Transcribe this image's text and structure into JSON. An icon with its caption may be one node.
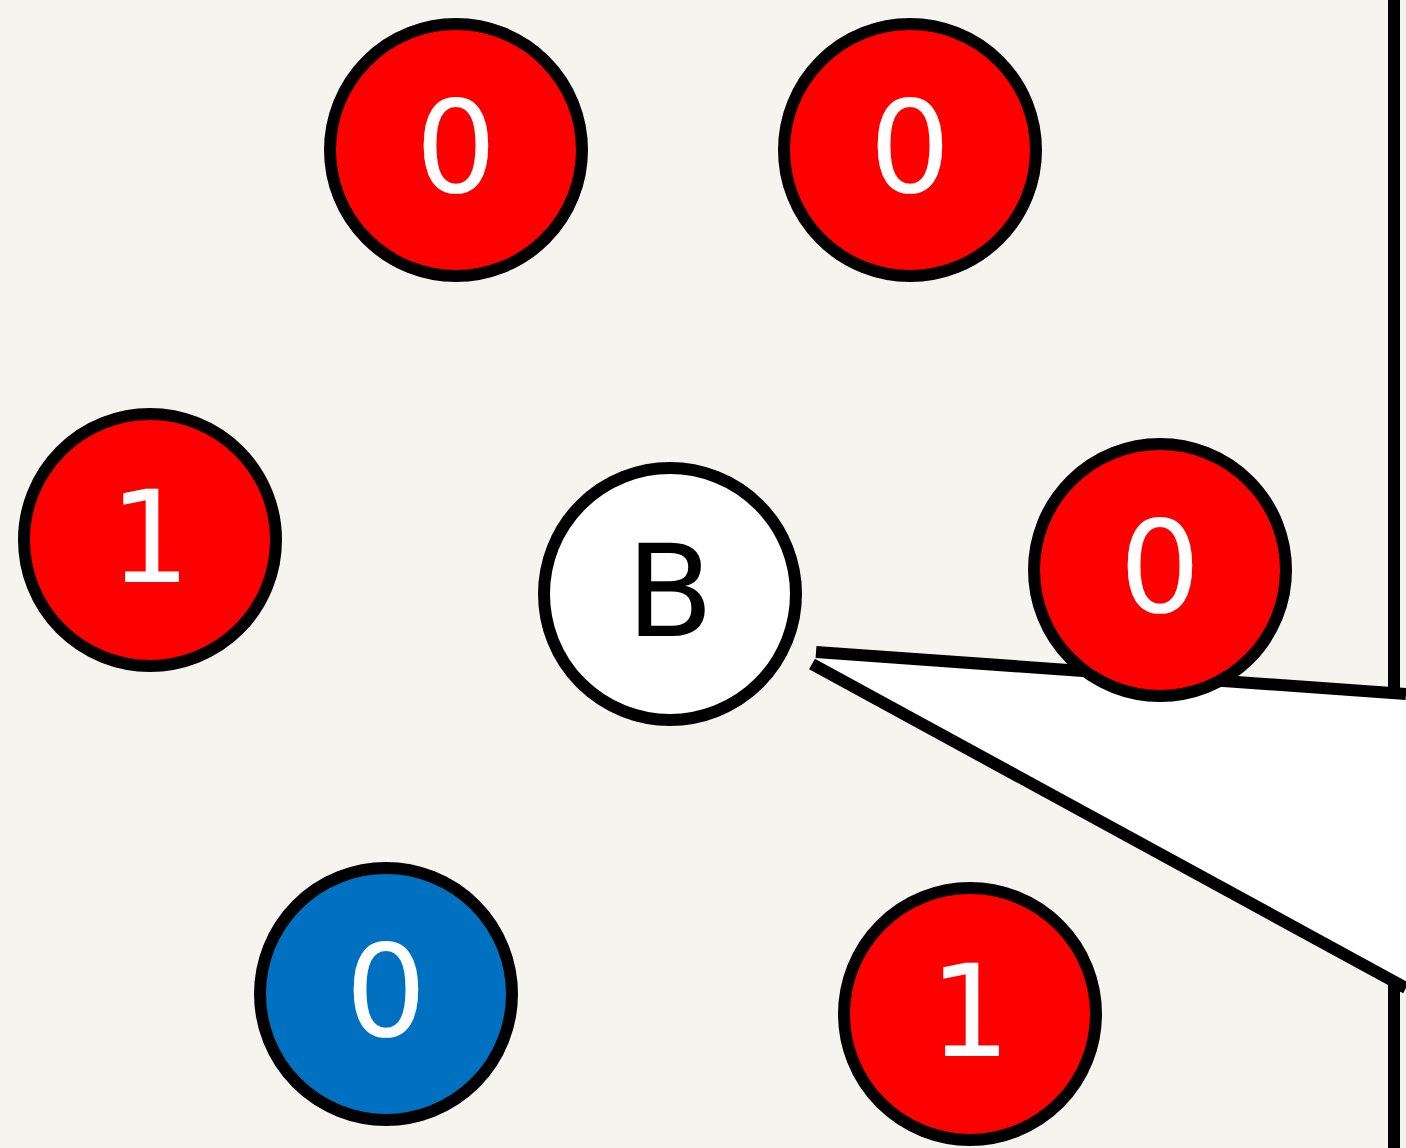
{
  "diagram": {
    "nodes": [
      {
        "text": [
          "0"
        ]
      },
      {
        "text": [
          "0"
        ]
      },
      {
        "text": [
          "1"
        ]
      },
      {
        "text": [
          "B"
        ]
      },
      {
        "text": [
          "0"
        ]
      },
      {
        "text": [
          "0"
        ]
      },
      {
        "text": [
          "1"
        ]
      }
    ]
  }
}
